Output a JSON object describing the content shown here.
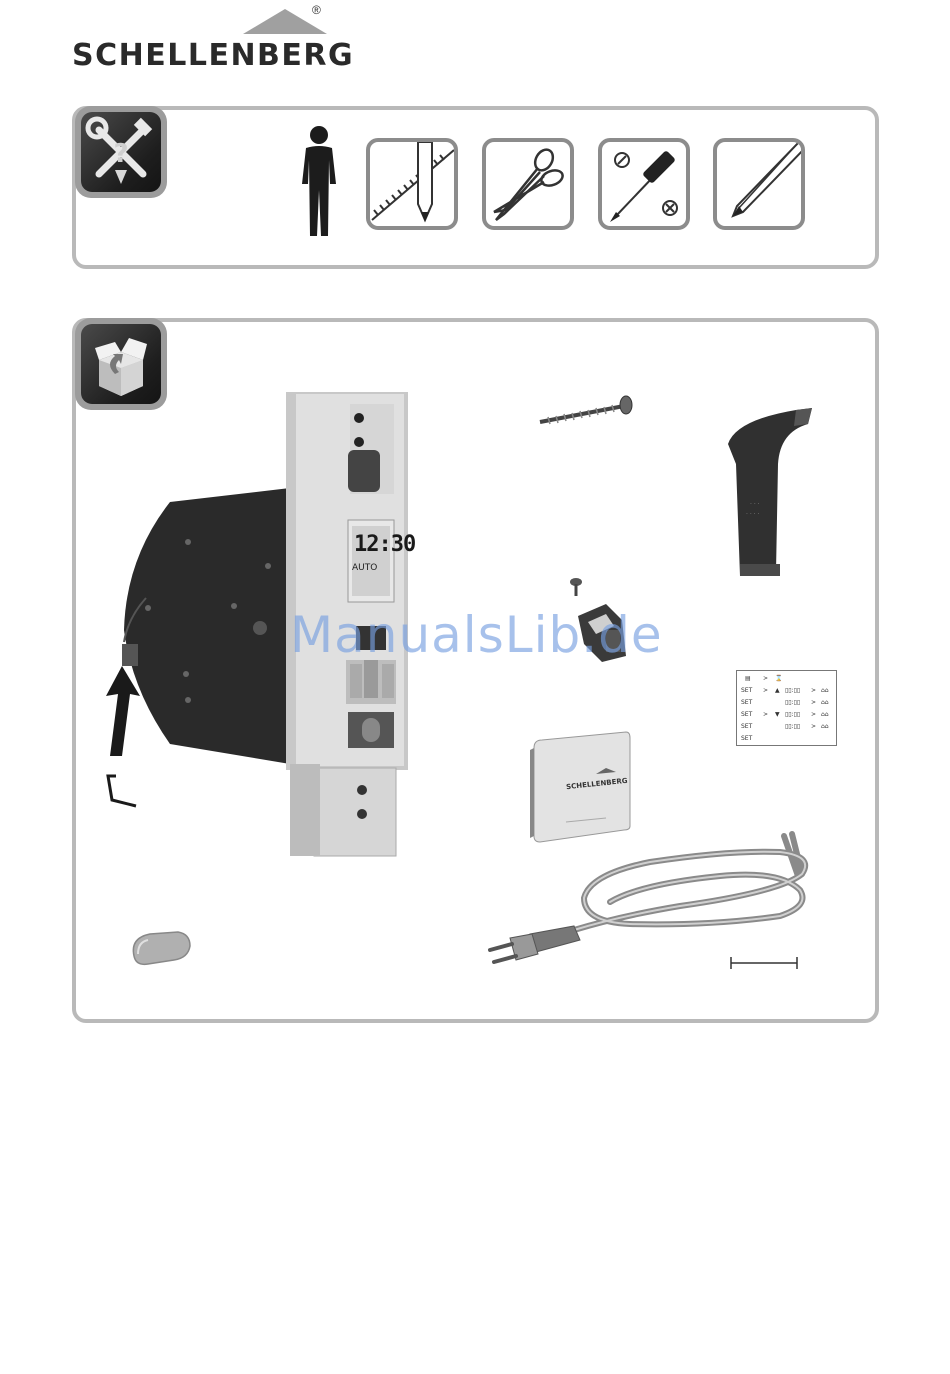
{
  "brand": {
    "name": "SCHELLENBERG",
    "registered": "®"
  },
  "panels": {
    "tools": {
      "icon": "tools-question-icon",
      "items": [
        "person-icon",
        "ruler-pencil-icon",
        "scissors-icon",
        "screwdriver-icon",
        "pencil-icon"
      ]
    },
    "contents": {
      "icon": "package-contents-icon",
      "display_time": "12:30",
      "display_mode": "AUTO",
      "box_brand": "SCHELLENBERG",
      "programming_table": {
        "rows": [
          {
            "a": "",
            "b": ">",
            "c": ""
          },
          {
            "a": "SET",
            "b": ">",
            "c": "▲"
          },
          {
            "a": "SET",
            "b": "",
            "c": ""
          },
          {
            "a": "SET",
            "b": ">",
            "c": "▼"
          },
          {
            "a": "SET",
            "b": "",
            "c": ""
          },
          {
            "a": "SET",
            "b": "",
            "c": ""
          }
        ]
      }
    }
  },
  "watermark": "ManualsLib.de"
}
